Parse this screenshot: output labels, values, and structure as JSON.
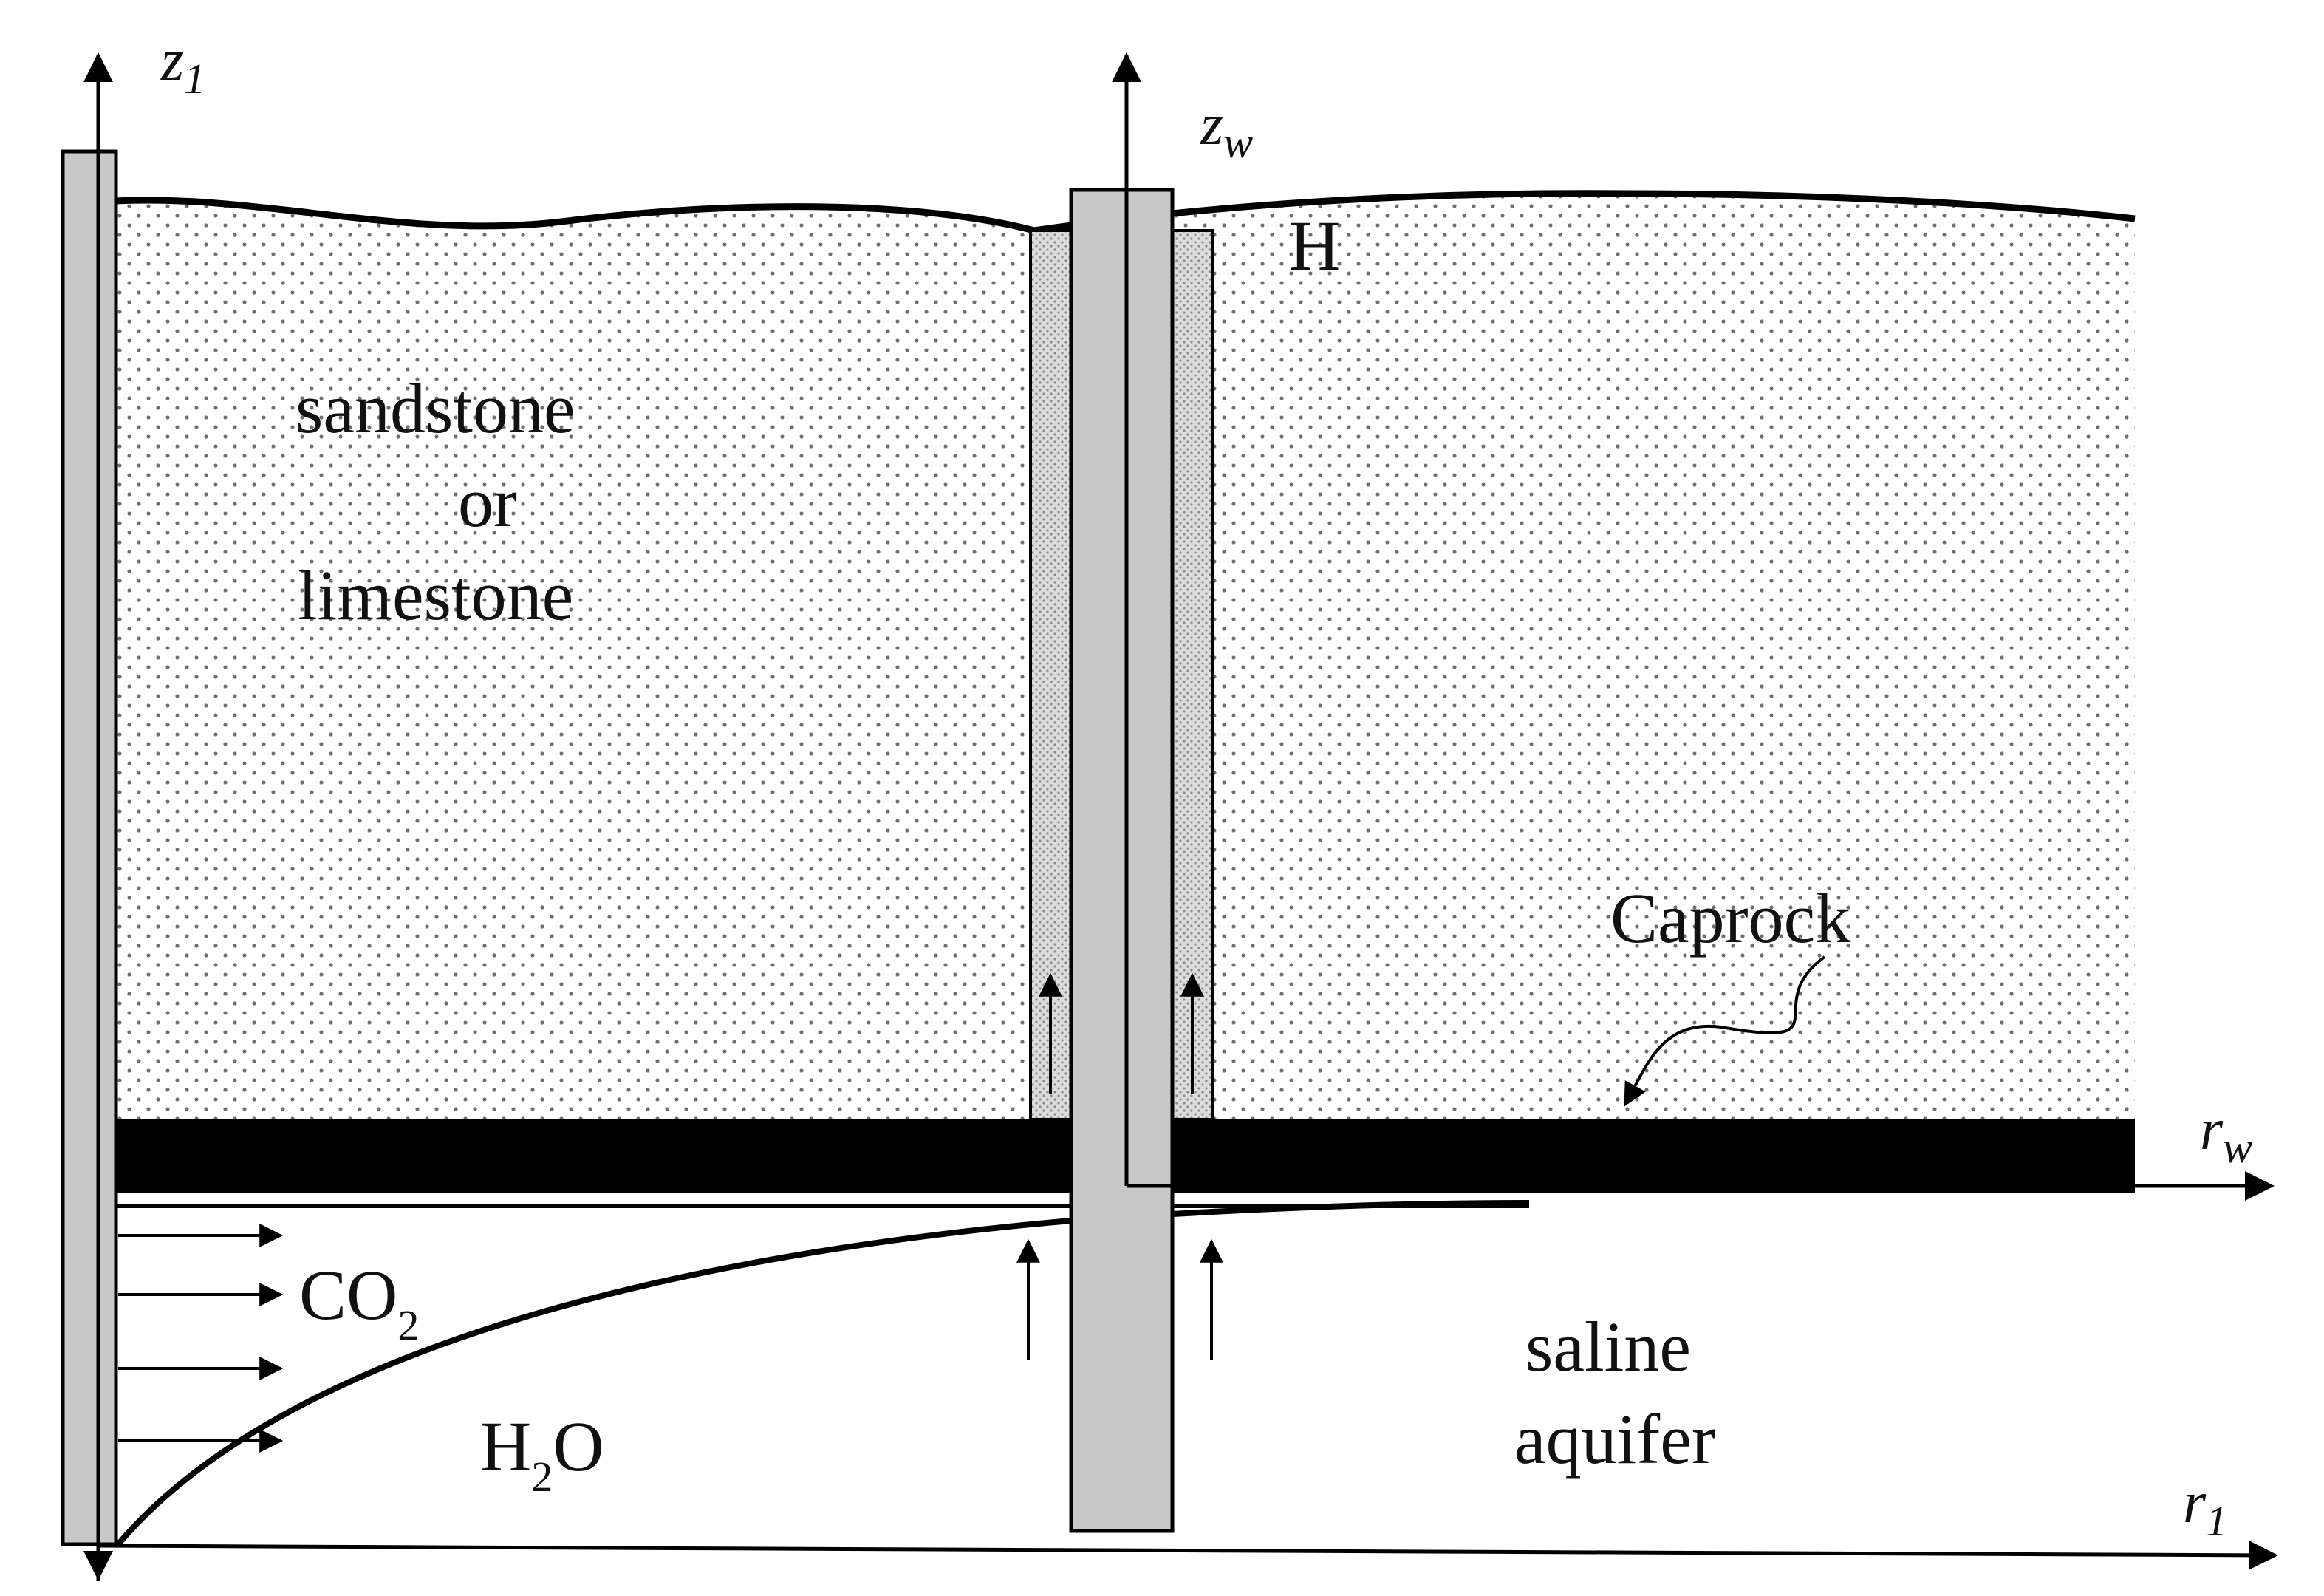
{
  "colors": {
    "sand_dot": "#6e6e6e",
    "pipe_fill": "#c8c8c8",
    "annulus_fill": "#dcdcdc",
    "caprock": "#000000",
    "line": "#000000"
  },
  "labels": {
    "rock_line1": "sandstone",
    "rock_line2": "or",
    "rock_line3": "limestone",
    "H": "H",
    "caprock": "Caprock",
    "co2_main": "CO",
    "co2_sub": "2",
    "h2o_h": "H",
    "h2o_sub": "2",
    "h2o_o": "O",
    "aquifer_line1": "saline",
    "aquifer_line2": "aquifer"
  },
  "axes": {
    "z1_main": "z",
    "z1_sub": "1",
    "zw_main": "z",
    "zw_sub": "w",
    "rw_main": "r",
    "rw_sub": "w",
    "r1_main": "r",
    "r1_sub": "1"
  },
  "icons": {
    "co2_flow_arrows": "arrow-right-icon",
    "leakage_arrows": "arrow-up-icon",
    "caprock_pointer": "curved-arrow-icon"
  }
}
